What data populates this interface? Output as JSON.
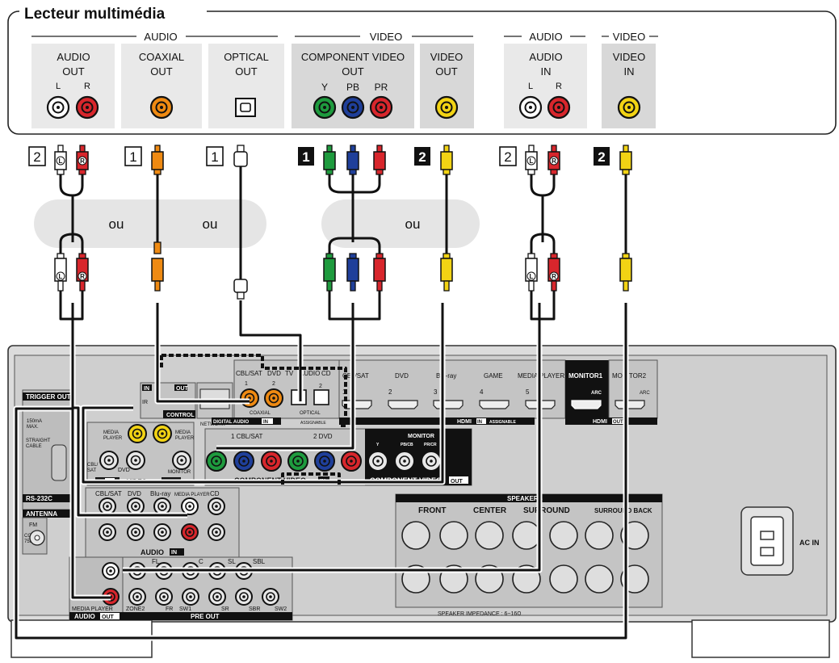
{
  "device": {
    "title": "Lecteur multimédia",
    "group_labels": {
      "audio_1": "AUDIO",
      "video_1": "VIDEO",
      "audio_2": "AUDIO",
      "video_2": "VIDEO"
    },
    "jacks": {
      "audio_out": [
        "AUDIO",
        "OUT"
      ],
      "coaxial_out": [
        "COAXIAL",
        "OUT"
      ],
      "optical_out": [
        "OPTICAL",
        "OUT"
      ],
      "component_out": [
        "COMPONENT VIDEO",
        "OUT"
      ],
      "component_letters": [
        "Y",
        "PB",
        "PR"
      ],
      "video_out": [
        "VIDEO",
        "OUT"
      ],
      "audio_in": [
        "AUDIO",
        "IN"
      ],
      "video_in": [
        "VIDEO",
        "IN"
      ],
      "lr": [
        "L",
        "R"
      ]
    }
  },
  "cable_numbers": [
    "2",
    "1",
    "1",
    "1",
    "2",
    "2",
    "2"
  ],
  "ou_labels": [
    "ou",
    "ou",
    "ou"
  ],
  "plug_letters": [
    "L",
    "R"
  ],
  "receiver": {
    "trigger": "TRIGGER OUT",
    "trigger_spec": [
      "150mA",
      "MAX."
    ],
    "straight": [
      "STRAIGHT",
      "CABLE"
    ],
    "rs232": "RS-232C",
    "antenna": "ANTENNA",
    "fm": "FM",
    "coax": [
      "COAX.",
      "75Ω"
    ],
    "ir_in": "IN",
    "ir_out": "OUT",
    "ir": "IR",
    "control": "CONTROL",
    "network": "NETWORK",
    "digital_labels": [
      "CBL/SAT",
      "1",
      "DVD",
      "2",
      "TV",
      "AUDIO",
      "CD",
      "1",
      "2"
    ],
    "coaxial": "COAXIAL",
    "optical": "OPTICAL",
    "digital_audio_in": "DIGITAL AUDIO",
    "digital_in": "IN",
    "assignable": "ASSIGNABLE",
    "hdmi_inputs": [
      "CBL/SAT",
      "DVD",
      "Blu-ray",
      "GAME",
      "MEDIA PLAYER"
    ],
    "hdmi_numbers": [
      "1",
      "2",
      "3",
      "4",
      "5"
    ],
    "hdmi": "HDMI",
    "hdmi_in": "IN",
    "hdmi_out": "OUT",
    "monitor1": "MONITOR1",
    "monitor2": "MONITOR2",
    "arc": "ARC",
    "video_section": {
      "media_player_1": [
        "MEDIA",
        "PLAYER"
      ],
      "media_player_2": [
        "MEDIA",
        "PLAYER"
      ],
      "cbl": [
        "CBL/",
        "SAT"
      ],
      "dvd": "DVD",
      "monitor": "MONITOR",
      "in": "IN",
      "video": "VIDEO",
      "out": "OUT"
    },
    "component_labels": [
      "1 CBL/SAT",
      "2 DVD"
    ],
    "monitor_label": "MONITOR",
    "monitor_sub": [
      "Y",
      "PB/CB",
      "PR/CR"
    ],
    "component_video": "COMPONENT VIDEO",
    "component_in": "IN",
    "component_out": "OUT",
    "audio_in_labels": [
      "CBL/SAT",
      "DVD",
      "Blu-ray",
      "MEDIA PLAYER",
      "CD"
    ],
    "audio_in": "AUDIO",
    "audio_in_tag": "IN",
    "pre_out_top": [
      "FL",
      "C",
      "SL",
      "SBL"
    ],
    "pre_out_bottom": [
      "ZONE2",
      "FR",
      "SW1",
      "SR",
      "SBR",
      "SW2"
    ],
    "pre_out": "PRE OUT",
    "media_player": "MEDIA PLAYER",
    "audio_out": "AUDIO",
    "audio_out_tag": "OUT",
    "speakers": "SPEAKERS",
    "front": "FRONT",
    "center": "CENTER",
    "surround": "SURROUND",
    "surround_back": "SURROUND BACK",
    "speaker_impedance": "SPEAKER IMPEDANCE : 6~16Ω",
    "ac_in": "AC IN"
  },
  "colors": {
    "white": "#ffffff",
    "red": "#d8262c",
    "green": "#1e9b3e",
    "blue": "#1f3f9a",
    "yellow": "#f2d314",
    "orange": "#ef8a12",
    "panel": "#e9e9e9",
    "pill": "#e5e5e5"
  }
}
